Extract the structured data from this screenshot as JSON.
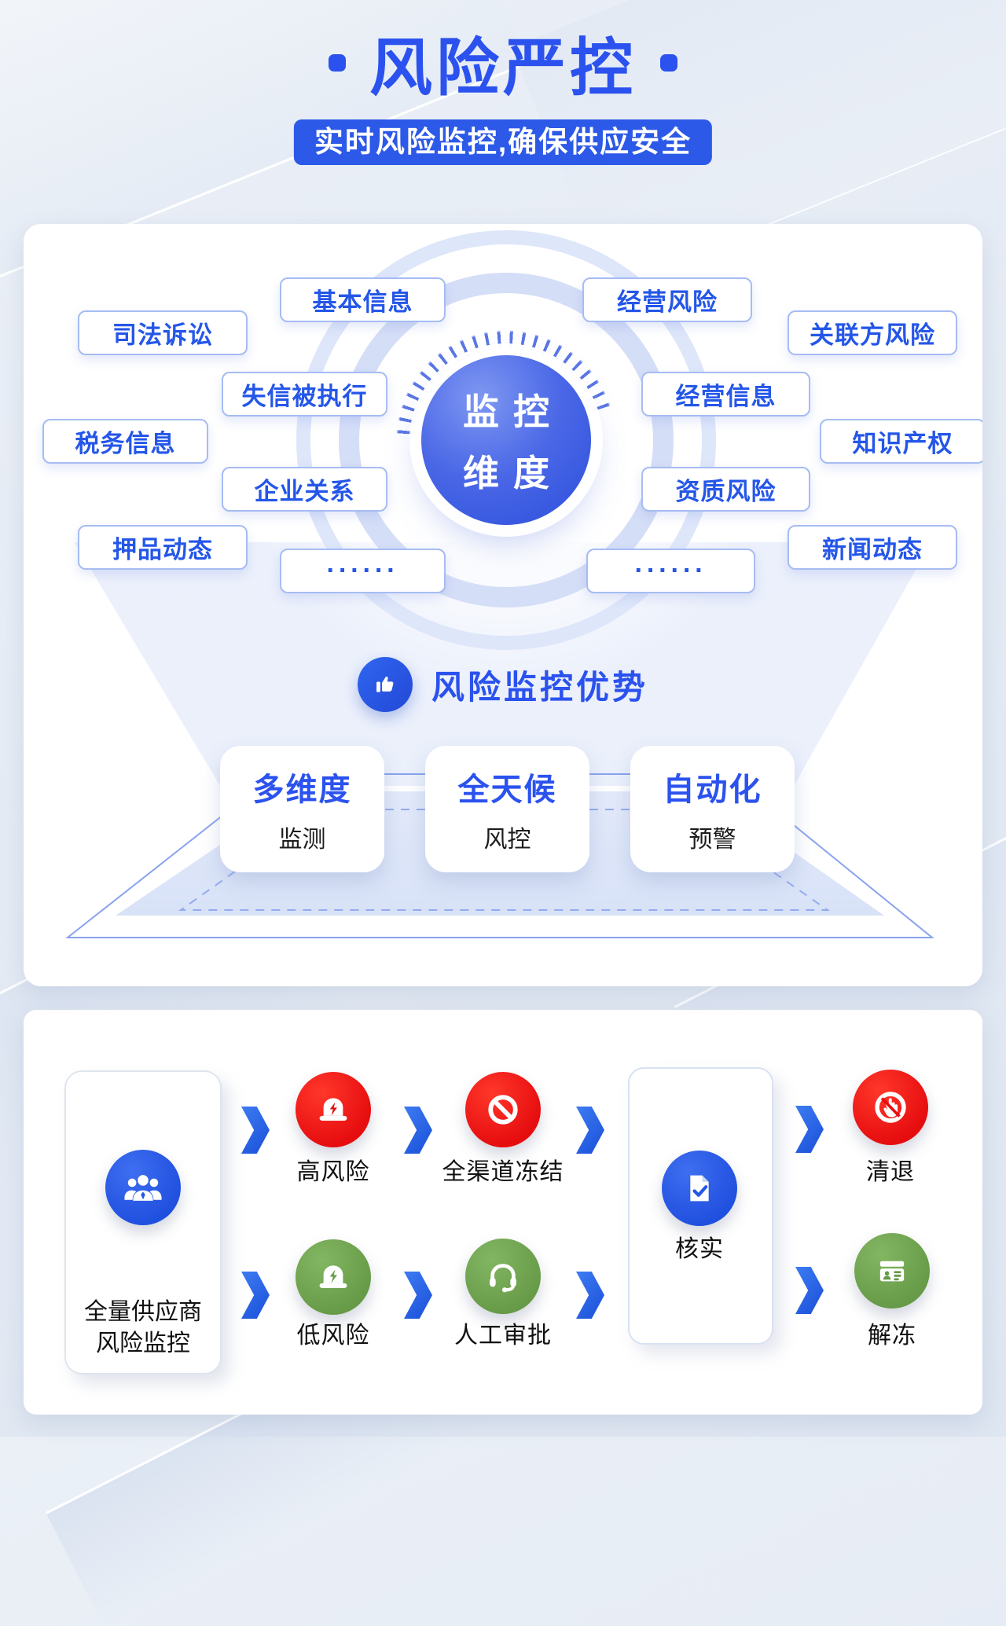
{
  "header": {
    "title": "风险严控",
    "subtitle": "实时风险监控,确保供应安全"
  },
  "monitor": {
    "center": {
      "line1": "监控",
      "line2": "维度"
    },
    "labels": [
      {
        "text": "基本信息"
      },
      {
        "text": "经营风险"
      },
      {
        "text": "司法诉讼"
      },
      {
        "text": "关联方风险"
      },
      {
        "text": "失信被执行"
      },
      {
        "text": "经营信息"
      },
      {
        "text": "税务信息"
      },
      {
        "text": "知识产权"
      },
      {
        "text": "企业关系"
      },
      {
        "text": "资质风险"
      },
      {
        "text": "押品动态"
      },
      {
        "text": "新闻动态"
      },
      {
        "text": "······"
      },
      {
        "text": "······"
      }
    ]
  },
  "advantages": {
    "heading": "风险监控优势",
    "items": [
      {
        "title": "多维度",
        "subtitle": "监测"
      },
      {
        "title": "全天候",
        "subtitle": "风控"
      },
      {
        "title": "自动化",
        "subtitle": "预警"
      }
    ]
  },
  "flow": {
    "source": {
      "line1": "全量供应商",
      "line2": "风险监控"
    },
    "high_risk": "高风险",
    "freeze": "全渠道冻结",
    "verify": "核实",
    "evict": "清退",
    "low_risk": "低风险",
    "manual_review": "人工审批",
    "unfreeze": "解冻"
  },
  "colors": {
    "primary_blue": "#2B52EE",
    "banner_blue": "#2C59E8",
    "alert_red": "#E60D0F",
    "safe_green": "#669A47"
  }
}
